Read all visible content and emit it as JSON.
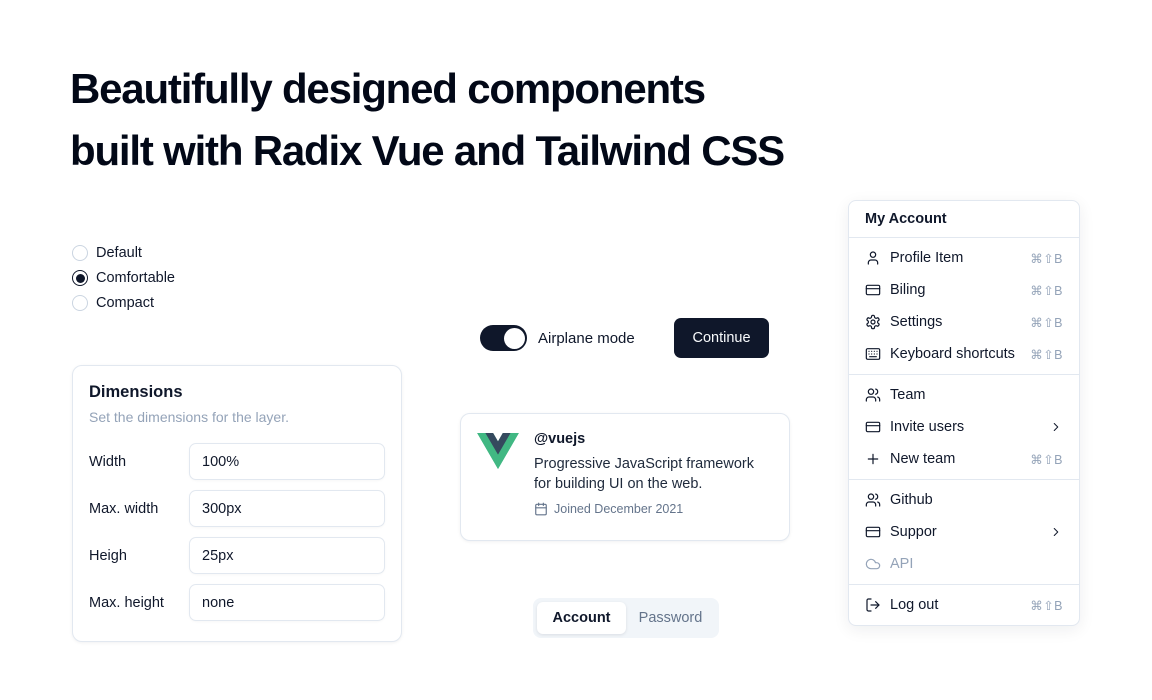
{
  "colors": {
    "accent": "#0f172a",
    "border": "#e2e8f0",
    "muted": "#64748b",
    "muted_light": "#94a3b8",
    "tab_background": "#f1f5f9",
    "vue_green": "#41b883",
    "vue_dark": "#35495e"
  },
  "header": {
    "title_line1": "Beautifully designed components",
    "title_line2": "built with Radix Vue and Tailwind CSS"
  },
  "radio_group": {
    "options": [
      {
        "label": "Default",
        "checked": false
      },
      {
        "label": "Comfortable",
        "checked": true
      },
      {
        "label": "Compact",
        "checked": false
      }
    ]
  },
  "dimensions_card": {
    "title": "Dimensions",
    "subtitle": "Set the dimensions for the layer.",
    "fields": [
      {
        "label": "Width",
        "value": "100%"
      },
      {
        "label": "Max. width",
        "value": "300px"
      },
      {
        "label": "Heigh",
        "value": "25px"
      },
      {
        "label": "Max. height",
        "value": "none"
      }
    ]
  },
  "airplane_mode": {
    "label": "Airplane mode",
    "state": "on"
  },
  "continue_button": {
    "label": "Continue"
  },
  "hover_card": {
    "handle": "@vuejs",
    "description": "Progressive JavaScript framework for building UI on the web.",
    "joined": "Joined December 2021"
  },
  "tabs": {
    "items": [
      {
        "label": "Account",
        "active": true
      },
      {
        "label": "Password",
        "active": false
      }
    ]
  },
  "menu": {
    "title": "My Account",
    "groups": [
      {
        "items": [
          {
            "label": "Profile Item",
            "icon": "user-icon",
            "shortcut": "⌘⇧B"
          },
          {
            "label": "Biling",
            "icon": "credit-card-icon",
            "shortcut": "⌘⇧B"
          },
          {
            "label": "Settings",
            "icon": "gear-icon",
            "shortcut": "⌘⇧B"
          },
          {
            "label": "Keyboard shortcuts",
            "icon": "keyboard-icon",
            "shortcut": "⌘⇧B"
          }
        ]
      },
      {
        "items": [
          {
            "label": "Team",
            "icon": "users-icon"
          },
          {
            "label": "Invite users",
            "icon": "invite-users-icon",
            "submenu": true
          },
          {
            "label": "New team",
            "icon": "plus-icon",
            "shortcut": "⌘⇧B"
          }
        ]
      },
      {
        "items": [
          {
            "label": "Github",
            "icon": "github-icon"
          },
          {
            "label": "Suppor",
            "icon": "support-icon",
            "submenu": true
          },
          {
            "label": "API",
            "icon": "cloud-icon",
            "disabled": true
          }
        ]
      },
      {
        "items": [
          {
            "label": "Log out",
            "icon": "log-out-icon",
            "shortcut": "⌘⇧B"
          }
        ]
      }
    ]
  }
}
